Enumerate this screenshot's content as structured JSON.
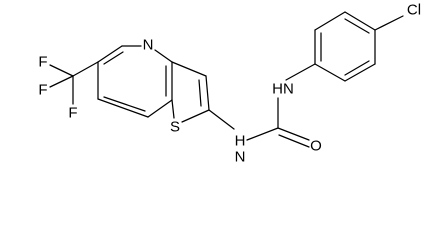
{
  "molecule": {
    "atom_labels": {
      "chlorine": "Cl",
      "amine_nh_upper": "HN",
      "amine_nh_lower": "H",
      "amine_n_lower": "N",
      "carbonyl_oxygen": "O",
      "pyridine_nitrogen": "N",
      "thiophene_sulfur": "S",
      "fluorine_1": "F",
      "fluorine_2": "F",
      "fluorine_3": "F"
    }
  }
}
